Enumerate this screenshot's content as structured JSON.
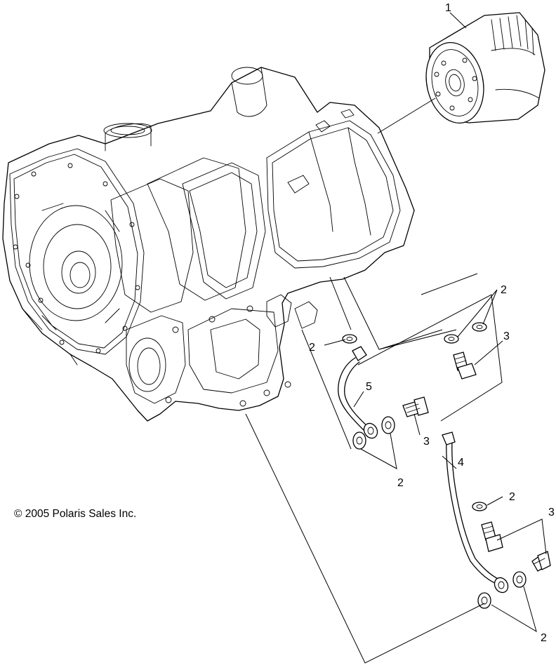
{
  "copyright": "© 2005 Polaris Sales Inc.",
  "callouts": {
    "filter": "1",
    "washer_pair_upper": "2",
    "washer_single_upper": "2",
    "bolt_upper_right": "3",
    "line5_label": "5",
    "bolt_mid": "3",
    "washer_pair_mid": "2",
    "line4_label": "4",
    "washer_single_lower": "2",
    "bolt_lower": "3",
    "washer_pair_lower": "2"
  }
}
